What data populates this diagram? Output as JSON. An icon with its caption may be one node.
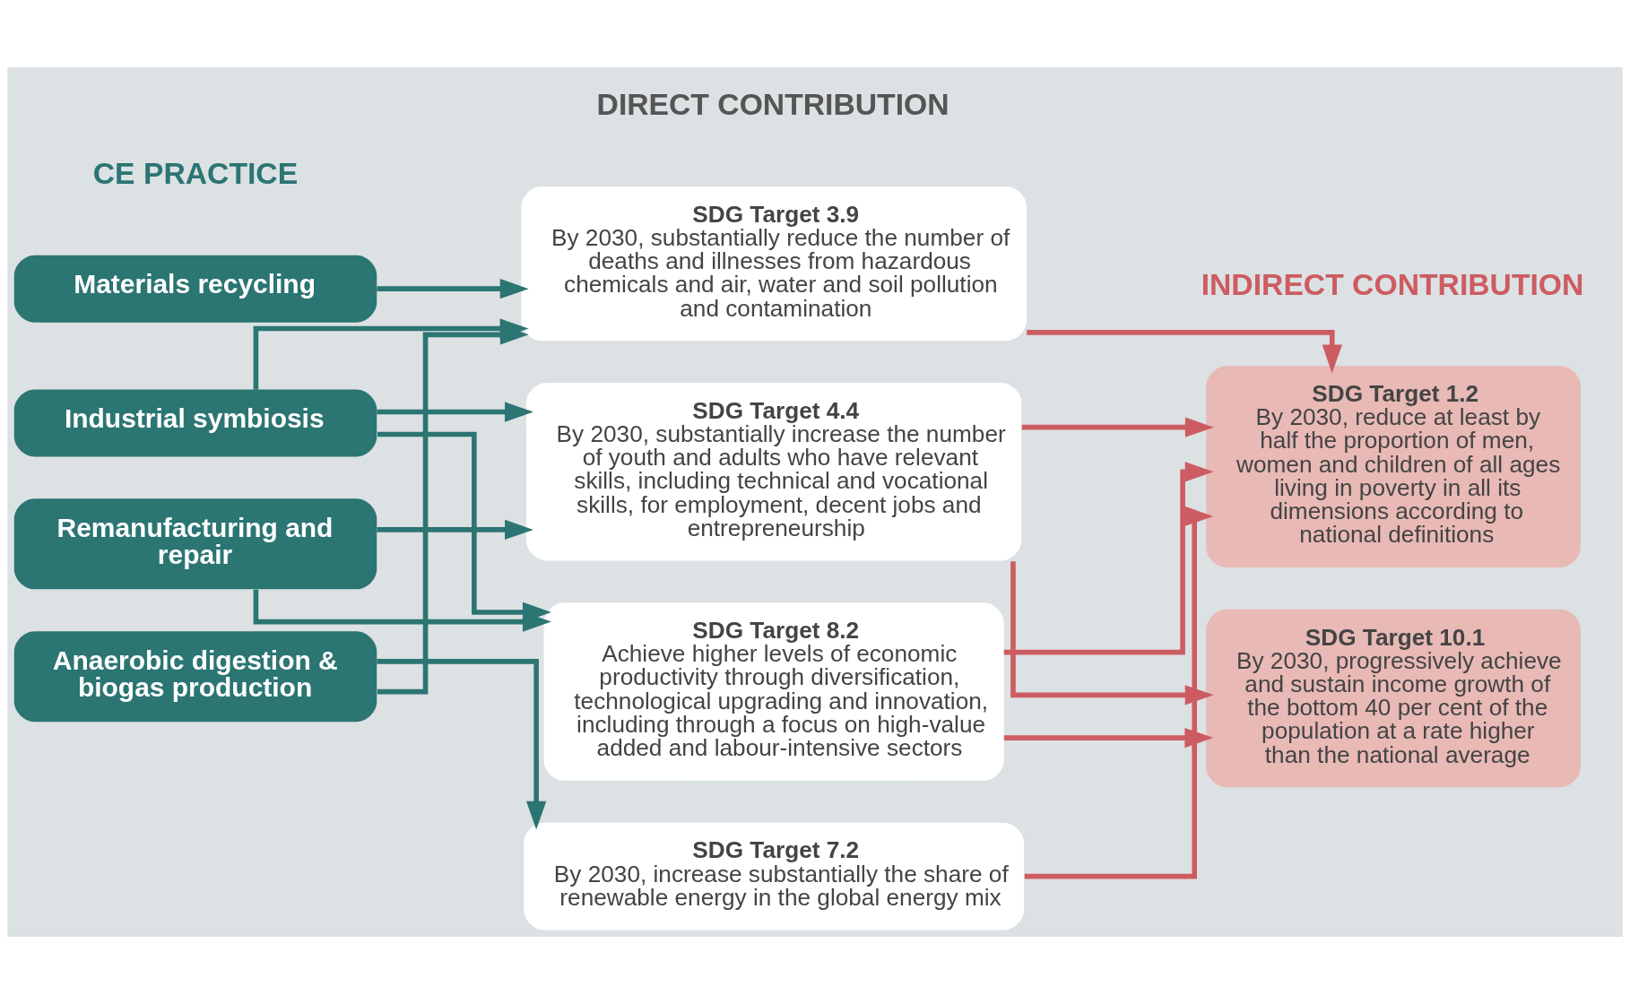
{
  "diagram": {
    "nodes": [
      {
        "text": [
          "Materials recycling"
        ]
      },
      {
        "text": [
          "Industrial symbiosis"
        ]
      },
      {
        "text": [
          "Remanufacturing and repair"
        ]
      },
      {
        "text": [
          "Anaerobic digestion & biogas production"
        ]
      },
      {
        "text": [
          "SDG Target 3.9",
          "By 2030, substantially reduce the number of deaths and illnesses from hazardous chemicals and air, water and soil pollution and contamination"
        ]
      },
      {
        "text": [
          "SDG Target 4.4",
          "By 2030, substantially increase the number of youth and adults who have relevant skills, including technical and vocational skills, for employment, decent jobs and entrepreneurship"
        ]
      },
      {
        "text": [
          "SDG Target 8.2",
          "Achieve higher levels of economic productivity through diversification, technological upgrading and innovation, including through a focus on high-value added and labour-intensive sectors"
        ]
      },
      {
        "text": [
          "SDG Target 7.2",
          "By 2030, increase substantially the share of renewable energy in the global energy mix"
        ]
      },
      {
        "text": [
          "SDG Target 1.2",
          "By 2030, reduce at least by half the proportion of men, women and children of all ages living in poverty in all its dimensions according to national definitions"
        ]
      },
      {
        "text": [
          "SDG Target 10.1",
          "By 2030, progressively achieve and sustain income growth of the bottom 40 per cent of the population at a rate higher than the national average"
        ]
      }
    ],
    "edges": [
      {
        "from": 0,
        "to": 4,
        "arrow": "to"
      },
      {
        "from": 1,
        "to": 4,
        "arrow": "to"
      },
      {
        "from": 3,
        "to": 4,
        "arrow": "to"
      },
      {
        "from": 1,
        "to": 5,
        "arrow": "to"
      },
      {
        "from": 2,
        "to": 5,
        "arrow": "to"
      },
      {
        "from": 1,
        "to": 6,
        "arrow": "to"
      },
      {
        "from": 2,
        "to": 6,
        "arrow": "to"
      },
      {
        "from": 3,
        "to": 7,
        "arrow": "to"
      },
      {
        "from": 4,
        "to": 8,
        "arrow": "to",
        "color": "#cd5c62"
      },
      {
        "from": 5,
        "to": 8,
        "arrow": "to",
        "color": "#cd5c62"
      },
      {
        "from": 5,
        "to": 9,
        "arrow": "to",
        "color": "#cd5c62"
      },
      {
        "from": 6,
        "to": 8,
        "arrow": "to",
        "color": "#cd5c62"
      },
      {
        "from": 6,
        "to": 9,
        "arrow": "to",
        "color": "#cd5c62"
      },
      {
        "from": 7,
        "to": 8,
        "arrow": "to",
        "color": "#cd5c62"
      }
    ],
    "labels": [
      "CE PRACTICE",
      "DIRECT CONTRIBUTION",
      "INDIRECT CONTRIBUTION"
    ]
  }
}
